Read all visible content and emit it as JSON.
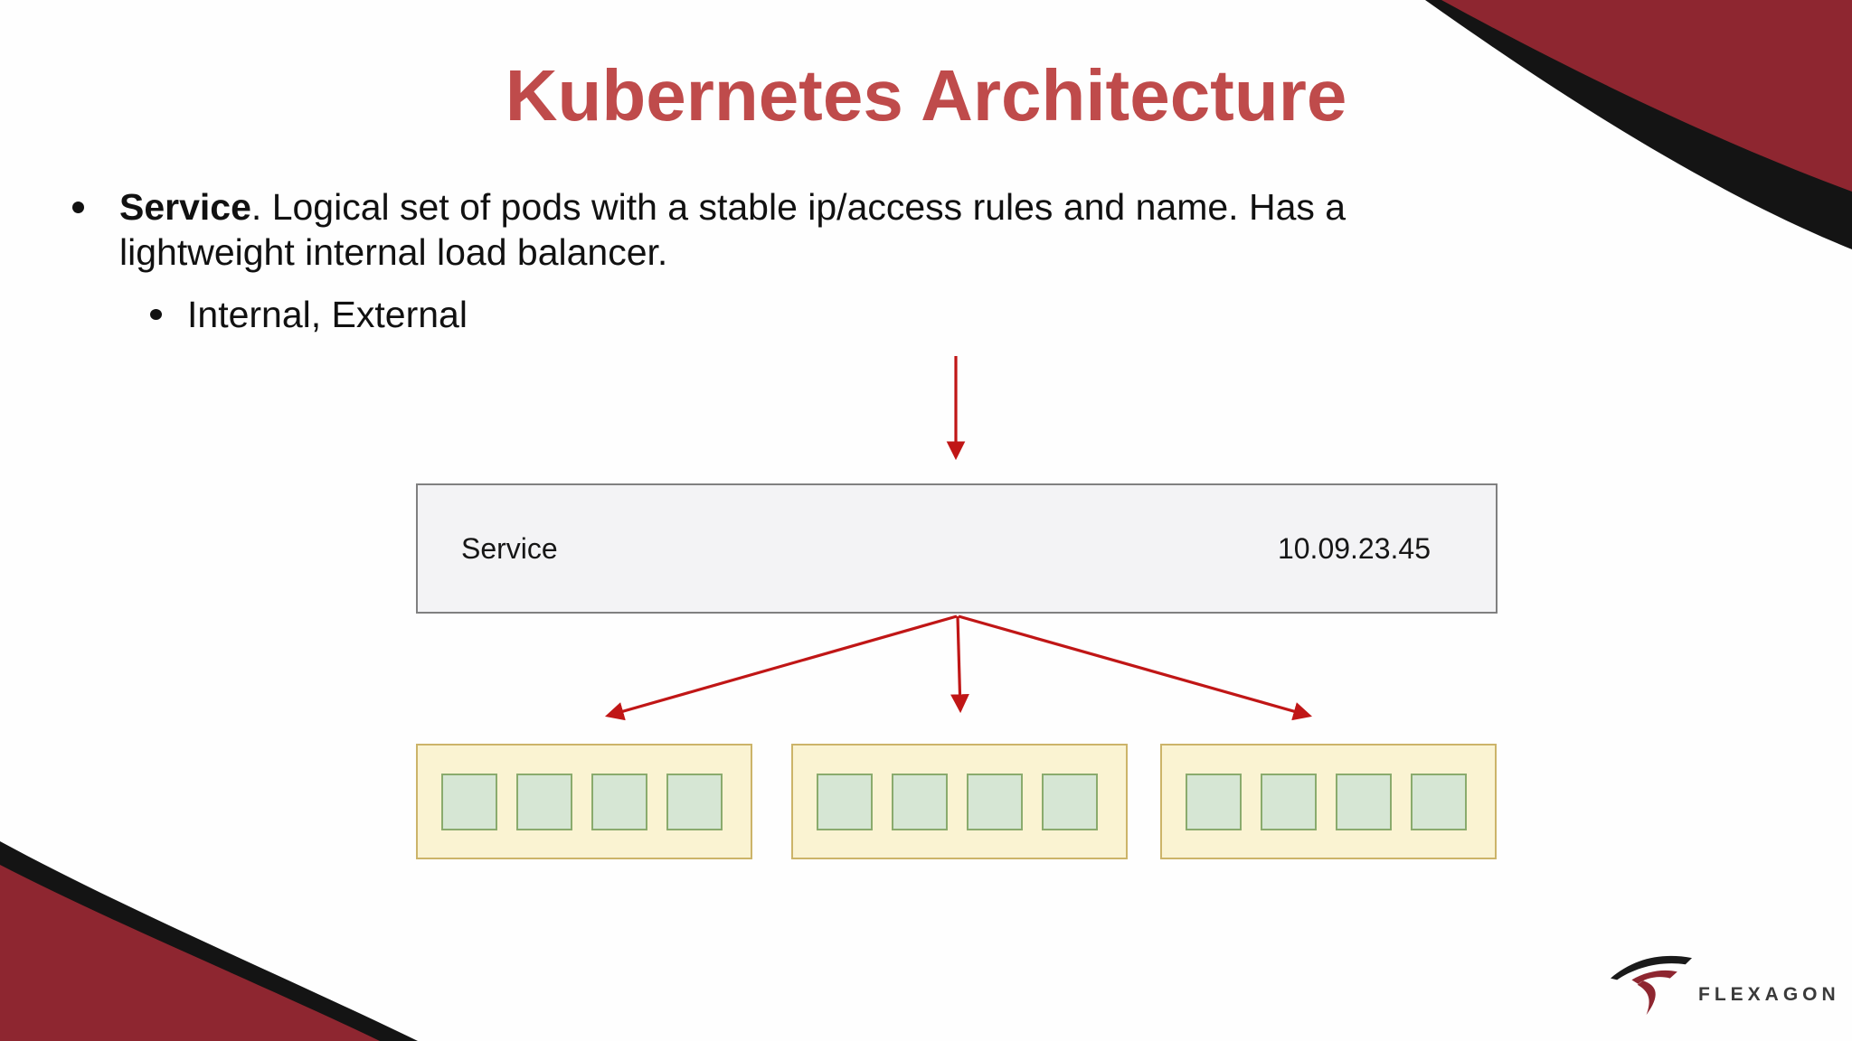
{
  "slide": {
    "title": "Kubernetes Architecture",
    "bullets": {
      "main_bold": "Service",
      "main_line1_rest": ". Logical set of pods with a stable ip/access rules and name. Has a",
      "main_line2": "lightweight internal load balancer.",
      "sub": "Internal, External"
    },
    "diagram": {
      "service_box": {
        "label": "Service",
        "ip": "10.09.23.45"
      },
      "pod_boxes": [
        {
          "pods": 4
        },
        {
          "pods": 4
        },
        {
          "pods": 4
        }
      ]
    },
    "logo": {
      "text": "FLEXAGON"
    },
    "colors": {
      "title": "#bf4b4b",
      "corner_red": "#8e2630",
      "corner_black": "#141414",
      "arrow": "#c01616",
      "service_box_fill": "#f3f3f5",
      "service_box_border": "#808080",
      "pod_box_fill": "#faf3d2",
      "pod_box_border": "#ccb469",
      "pod_fill": "#d6e6d4",
      "pod_border": "#8aab6d"
    }
  }
}
